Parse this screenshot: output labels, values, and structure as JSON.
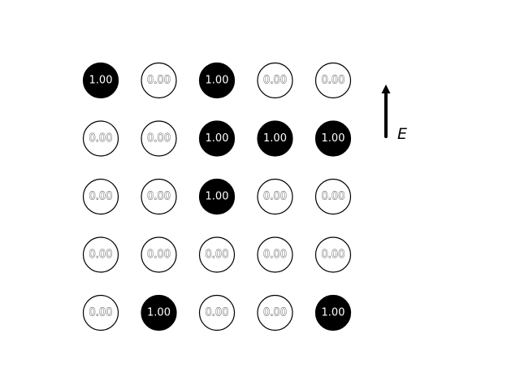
{
  "grid": {
    "rows": [
      [
        "1.00",
        "0.00",
        "1.00",
        "0.00",
        "0.00"
      ],
      [
        "0.00",
        "0.00",
        "1.00",
        "1.00",
        "1.00"
      ],
      [
        "0.00",
        "0.00",
        "1.00",
        "0.00",
        "0.00"
      ],
      [
        "0.00",
        "0.00",
        "0.00",
        "0.00",
        "0.00"
      ],
      [
        "0.00",
        "1.00",
        "0.00",
        "0.00",
        "1.00"
      ]
    ]
  },
  "colors": {
    "on_fill": "#000000",
    "off_fill": "#ffffff",
    "outline": "#000000"
  },
  "field": {
    "label": "E",
    "arrow_icon": "arrow-up-icon"
  }
}
